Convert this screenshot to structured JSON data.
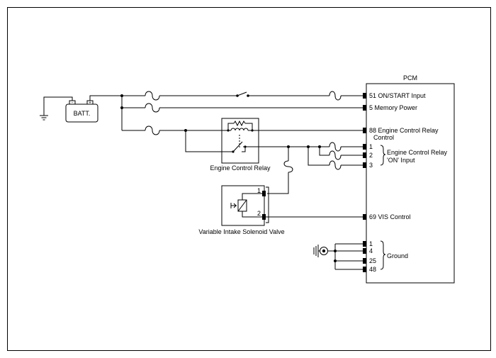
{
  "pcm": {
    "title": "PCM",
    "terminals": {
      "on_start": "51 ON/START Input",
      "memory_power": "5 Memory Power",
      "ecr_control_1": "88 Engine Control Relay",
      "ecr_control_2": "Control",
      "ecr_on_1": "1",
      "ecr_on_2": "2",
      "ecr_on_3": "3",
      "vis_control": "69 VIS Control",
      "gnd_1": "1",
      "gnd_4": "4",
      "gnd_25": "25",
      "gnd_48": "48"
    },
    "groups": {
      "ecr_on_line1": "Engine Control Relay",
      "ecr_on_line2": "'ON' Input",
      "ground": "Ground"
    }
  },
  "components": {
    "battery": "BATT.",
    "engine_control_relay": "Engine Control Relay",
    "solenoid_valve": "Variable Intake Solenoid Valve",
    "solenoid_pin_1": "1",
    "solenoid_pin_2": "2"
  },
  "icons": [
    "ground-icon",
    "fuse-icon",
    "switch-icon",
    "relay-coil-icon",
    "resistor-icon",
    "solenoid-icon",
    "chassis-ground-icon"
  ]
}
